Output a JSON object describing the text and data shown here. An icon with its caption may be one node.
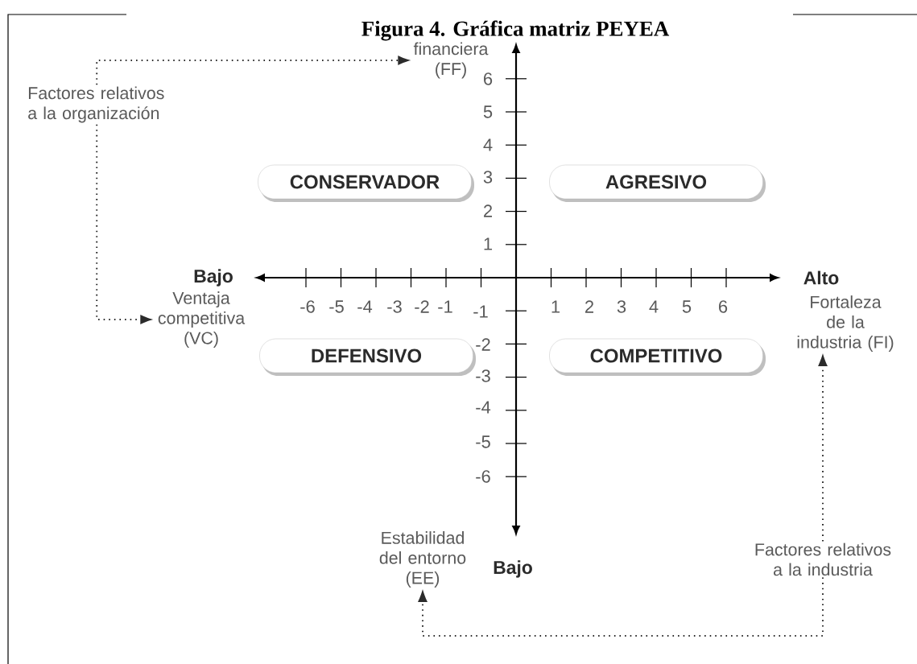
{
  "diagram": {
    "title": "Figura 4. Gráfica matriz PEYEA",
    "nodes": [
      {
        "text": [
          "Factores relativos a la organización"
        ]
      },
      {
        "text": [
          "financiera (FF)"
        ]
      },
      {
        "text": [
          "Ventaja competitiva (VC)"
        ]
      },
      {
        "text": [
          "Factores relativos a la industria"
        ]
      },
      {
        "text": [
          "Fortaleza de la industria (FI)"
        ]
      },
      {
        "text": [
          "Estabilidad del entorno (EE)"
        ]
      },
      {
        "text": [
          "CONSERVADOR"
        ]
      },
      {
        "text": [
          "AGRESIVO"
        ]
      },
      {
        "text": [
          "DEFENSIVO"
        ]
      },
      {
        "text": [
          "COMPETITIVO"
        ]
      }
    ],
    "edges": [
      {
        "from": 0,
        "to": 1,
        "arrow": "to"
      },
      {
        "from": 0,
        "to": 2,
        "arrow": "to"
      },
      {
        "from": 3,
        "to": 4,
        "arrow": "to"
      },
      {
        "from": 3,
        "to": 5,
        "arrow": "to"
      }
    ],
    "labels": [
      "6",
      "5",
      "4",
      "3",
      "2",
      "1",
      "Bajo",
      "Alto",
      "-6",
      "-5",
      "-4",
      "-3",
      "-2",
      "-1",
      "-1",
      "1",
      "2",
      "3",
      "4",
      "5",
      "6",
      "-2",
      "-3",
      "-4",
      "-5",
      "-6",
      "Bajo"
    ]
  }
}
